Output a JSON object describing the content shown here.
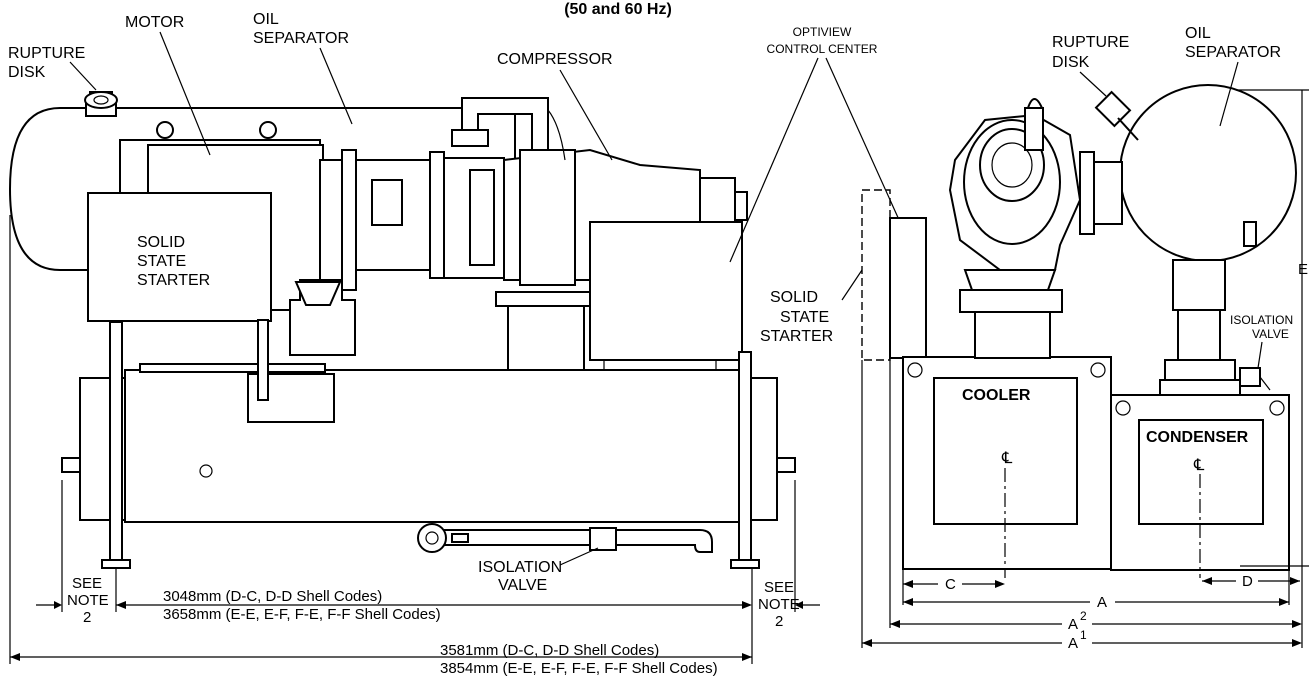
{
  "header": {
    "title_fragment": "(50 and 60 Hz)"
  },
  "left_view": {
    "labels": {
      "rupture_disk": [
        "RUPTURE",
        "DISK"
      ],
      "motor": "MOTOR",
      "oil_separator": [
        "OIL",
        "SEPARATOR"
      ],
      "compressor": "COMPRESSOR",
      "solid_state_starter": [
        "SOLID",
        "STATE",
        "STARTER"
      ],
      "isolation_valve": [
        "ISOLATION",
        "VALVE"
      ],
      "see_note_left": [
        "SEE",
        "NOTE",
        "2"
      ],
      "see_note_right": [
        "SEE",
        "NOTE",
        "2"
      ]
    },
    "dimensions": {
      "tube_length": [
        "3048mm (D-C, D-D Shell Codes)",
        "3658mm (E-E, E-F, F-E, F-F Shell Codes)"
      ],
      "overall_length": [
        "3581mm (D-C, D-D Shell Codes)",
        "3854mm (E-E, E-F, F-E, F-F Shell Codes)"
      ]
    }
  },
  "shared": {
    "optiview": [
      "OPTIVIEW",
      "CONTROL CENTER"
    ]
  },
  "right_view": {
    "labels": {
      "rupture_disk": [
        "RUPTURE",
        "DISK"
      ],
      "oil_separator": [
        "OIL",
        "SEPARATOR"
      ],
      "solid_state_starter": [
        "SOLID",
        "STATE",
        "STARTER"
      ],
      "isolation_valve": [
        "ISOLATION",
        "VALVE"
      ],
      "cooler": "COOLER",
      "condenser": "CONDENSER",
      "centerline_symbol": "℄"
    },
    "dimensions": {
      "c": "C",
      "d": "D",
      "a": "A",
      "a2": "A",
      "a2_sup": "2",
      "a1": "A",
      "a1_sup": "1",
      "b_partial": "E"
    }
  }
}
